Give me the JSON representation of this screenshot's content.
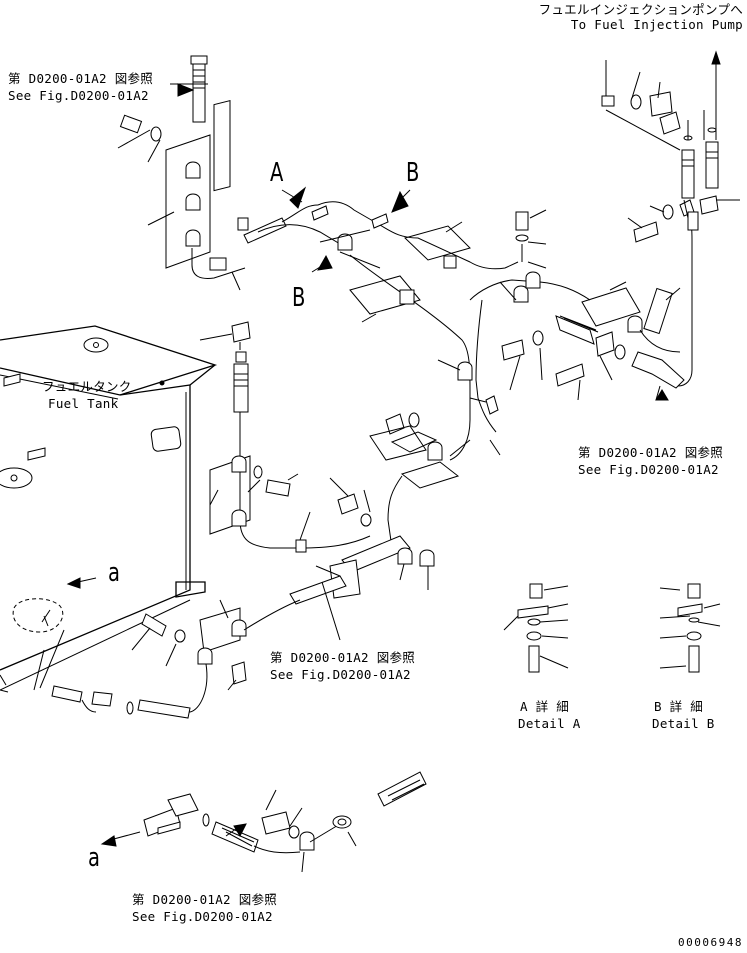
{
  "callouts": {
    "pump_jp": "フュエルインジェクションポンプへ",
    "pump_en": "To Fuel Injection Pump",
    "ref1_jp": "第 D0200-01A2 図参照",
    "ref1_en": "See Fig.D0200-01A2",
    "ref2_jp": "第 D0200-01A2 図参照",
    "ref2_en": "See Fig.D0200-01A2",
    "ref3_jp": "第 D0200-01A2 図参照",
    "ref3_en": "See Fig.D0200-01A2",
    "ref4_jp": "第 D0200-01A2 図参照",
    "ref4_en": "See Fig.D0200-01A2",
    "tank_jp": "フュエルタンク",
    "tank_en": "Fuel Tank",
    "detail_a_jp": "A 詳 細",
    "detail_a_en": "Detail A",
    "detail_b_jp": "B 詳 細",
    "detail_b_en": "Detail B"
  },
  "view_letters": {
    "a_upper": "A",
    "b_upper_1": "B",
    "b_upper_2": "B",
    "a_lower_1": "a",
    "a_lower_2": "a"
  },
  "figure_number": "00006948"
}
